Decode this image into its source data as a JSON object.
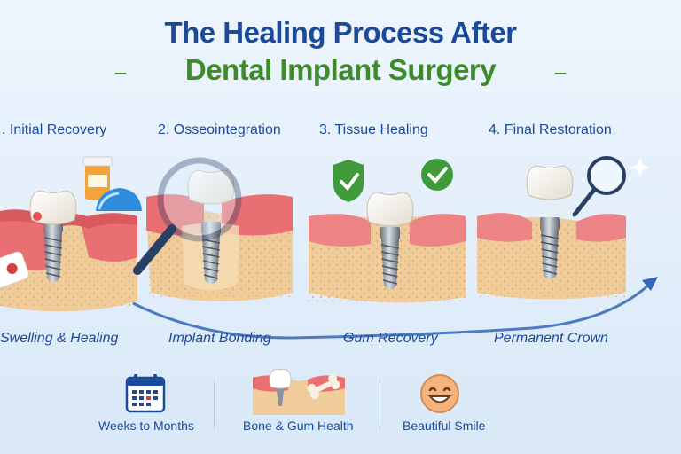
{
  "title": {
    "line1": "The Healing Process After",
    "line2": "Dental Implant Surgery"
  },
  "steps": [
    {
      "title": ". Initial Recovery",
      "caption": "Swelling & Healing"
    },
    {
      "title": "2. Osseointegration",
      "caption": "Implant Bonding"
    },
    {
      "title": "3. Tissue Healing",
      "caption": "Gum Recovery"
    },
    {
      "title": "4. Final Restoration",
      "caption": "Permanent Crown"
    }
  ],
  "footer": [
    {
      "label": "Weeks to Months",
      "icon": "calendar-icon"
    },
    {
      "label": "Bone & Gum Health",
      "icon": "implant-bone-icon"
    },
    {
      "label": "Beautiful Smile",
      "icon": "smiley-icon"
    }
  ],
  "colors": {
    "title_blue": "#1b4a9a",
    "title_green": "#3d8c2c",
    "gum": "#e96f72",
    "bone": "#f0cc9a",
    "arrow": "#3566b8"
  }
}
